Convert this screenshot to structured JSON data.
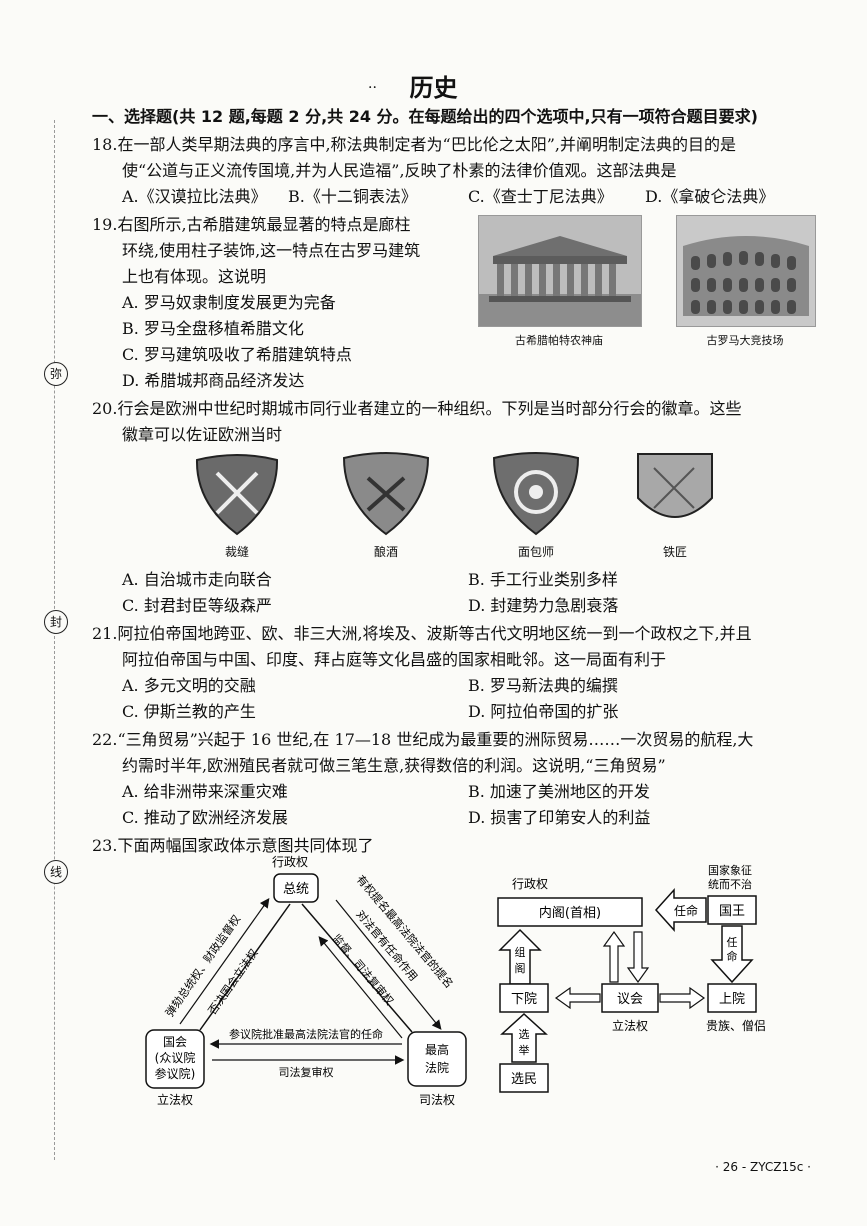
{
  "page": {
    "title": "历史",
    "title_dots": "··",
    "section_header": "一、选择题(共 12 题,每题 2 分,共 24 分。在每题给出的四个选项中,只有一项符合题目要求)",
    "side_marks": [
      "弥",
      "封",
      "线"
    ],
    "footer": "· 26 - ZYCZ15c ·"
  },
  "questions": [
    {
      "number": "18.",
      "lines": [
        "18.在一部人类早期法典的序言中,称法典制定者为“巴比伦之太阳”,并阐明制定法典的目的是",
        "使“公道与正义流传国境,并为人民造福”,反映了朴素的法律价值观。这部法典是"
      ],
      "options": [
        "A.《汉谟拉比法典》",
        "B.《十二铜表法》",
        "C.《查士丁尼法典》",
        "D.《拿破仑法典》"
      ]
    },
    {
      "number": "19.",
      "lines": [
        "19.右图所示,古希腊建筑最显著的特点是廊柱",
        "环绕,使用柱子装饰,这一特点在古罗马建筑",
        "上也有体现。这说明"
      ],
      "options": [
        "A. 罗马奴隶制度发展更为完备",
        "B. 罗马全盘移植希腊文化",
        "C. 罗马建筑吸收了希腊建筑特点",
        "D. 希腊城邦商品经济发达"
      ],
      "images": [
        {
          "caption": "古希腊帕特农神庙",
          "icon": "parthenon-icon"
        },
        {
          "caption": "古罗马大竞技场",
          "icon": "colosseum-icon"
        }
      ]
    },
    {
      "number": "20.",
      "lines": [
        "20.行会是欧洲中世纪时期城市同行业者建立的一种组织。下列是当时部分行会的徽章。这些",
        "徽章可以佐证欧洲当时"
      ],
      "badges": [
        "裁缝",
        "酿酒",
        "面包师",
        "铁匠"
      ],
      "options": [
        "A. 自治城市走向联合",
        "B. 手工行业类别多样",
        "C. 封君封臣等级森严",
        "D. 封建势力急剧衰落"
      ]
    },
    {
      "number": "21.",
      "lines": [
        "21.阿拉伯帝国地跨亚、欧、非三大洲,将埃及、波斯等古代文明地区统一到一个政权之下,并且",
        "阿拉伯帝国与中国、印度、拜占庭等文化昌盛的国家相毗邻。这一局面有利于"
      ],
      "options": [
        "A. 多元文明的交融",
        "B. 罗马新法典的编撰",
        "C. 伊斯兰教的产生",
        "D. 阿拉伯帝国的扩张"
      ]
    },
    {
      "number": "22.",
      "lines": [
        "22.“三角贸易”兴起于 16 世纪,在 17—18 世纪成为最重要的洲际贸易……一次贸易的航程,大",
        "约需时半年,欧洲殖民者就可做三笔生意,获得数倍的利润。这说明,“三角贸易”"
      ],
      "options": [
        "A. 给非洲带来深重灾难",
        "B. 加速了美洲地区的开发",
        "C. 推动了欧洲经济发展",
        "D. 损害了印第安人的利益"
      ]
    },
    {
      "number": "23.",
      "lines": [
        "23.下面两幅国家政体示意图共同体现了"
      ]
    }
  ],
  "diagram_us": {
    "exec_label": "行政权",
    "president": "总统",
    "congress": [
      "国会",
      "(众议院",
      "参议院)"
    ],
    "court": [
      "最高",
      "法院"
    ],
    "legis_label": "立法权",
    "judicial_label": "司法权",
    "left_outer": "弹劾总统权、财政监督权",
    "left_inner": "否决国会立法权",
    "right_outer": "有权提名最高法院法官的提名",
    "right_inner": "对法官有任命作用",
    "right_mid": "监督、司法复审权",
    "bottom_top": "参议院批准最高法院法官的任命",
    "bottom_bottom": "司法复审权"
  },
  "diagram_uk": {
    "exec_label": "行政权",
    "cabinet": "内阁(首相)",
    "symbol_label": [
      "国家象征",
      "统而不治"
    ],
    "king": "国王",
    "appoint_top": "任命",
    "appoint_side": [
      "任",
      "命"
    ],
    "form_cabinet": [
      "组",
      "阁"
    ],
    "lower": "下院",
    "parliament": "议会",
    "upper": "上院",
    "legis_label": "立法权",
    "upper_note": "贵族、僧侣",
    "elect": [
      "选",
      "举"
    ],
    "voters": "选民"
  }
}
